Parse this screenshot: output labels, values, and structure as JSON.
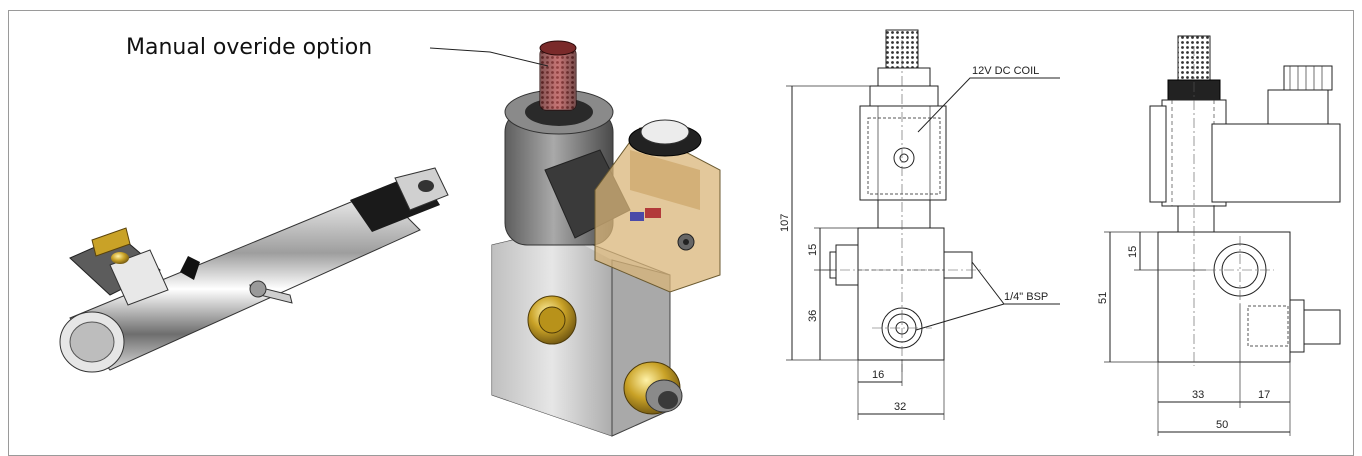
{
  "callout": {
    "manual_override": "Manual overide option"
  },
  "front_view": {
    "coil_label": "12V DC COIL",
    "port_label": "1/4\" BSP",
    "dim_height": "107",
    "dim_15": "15",
    "dim_36": "36",
    "dim_16": "16",
    "dim_32": "32"
  },
  "side_view": {
    "dim_15": "15",
    "dim_51": "51",
    "dim_33": "33",
    "dim_17": "17",
    "dim_50": "50"
  },
  "colors": {
    "brass": "#c9a227",
    "coil_red": "#9b2d2d",
    "steel": "#c8c8c8",
    "amber": "#d9b57a"
  }
}
